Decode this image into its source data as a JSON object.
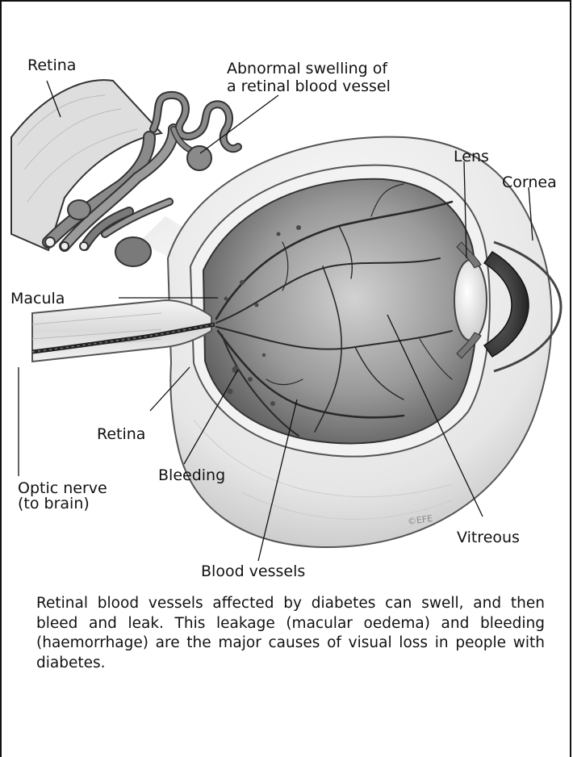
{
  "labels": {
    "retina_top": "Retina",
    "swelling_line1": "Abnormal swelling of",
    "swelling_line2": "a retinal blood vessel",
    "lens": "Lens",
    "cornea": "Cornea",
    "macula": "Macula",
    "retina_bottom": "Retina",
    "optic_line1": "Optic nerve",
    "optic_line2": "(to brain)",
    "bleeding": "Bleeding",
    "vitreous": "Vitreous",
    "blood_vessels": "Blood vessels",
    "signature": "©EFE"
  },
  "caption": "Retinal blood vessels affected by diabetes can swell, and then bleed and leak. This leakage (macular oedema) and bleeding (haemorrhage) are the major causes of visual loss in people with diabetes."
}
